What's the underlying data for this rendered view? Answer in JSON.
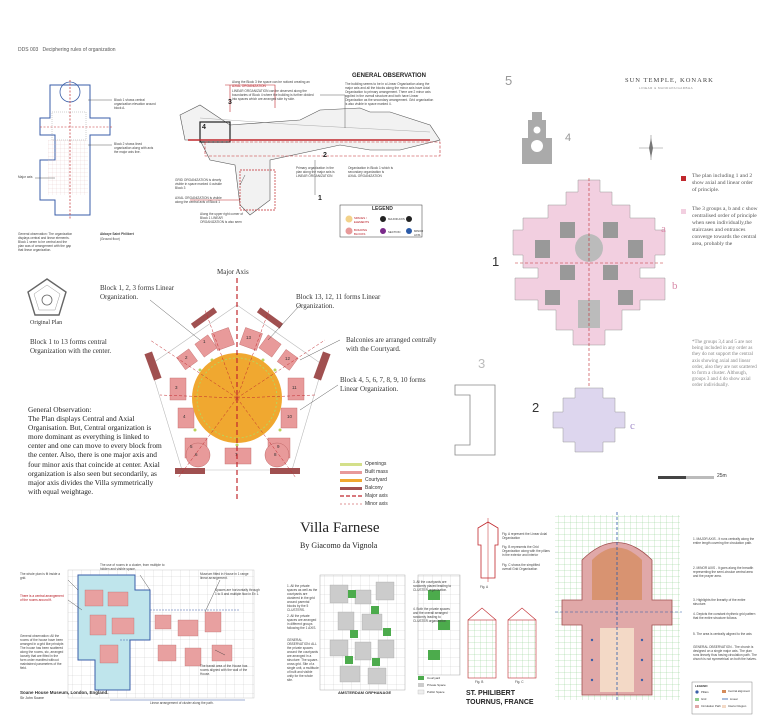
{
  "header": {
    "code": "DDS 003",
    "title": "Deciphering rules of organization"
  },
  "panel1": {
    "caption": "Abbaye Saint Philibert",
    "caption_sub": "(Ground floor)",
    "notes": [
      "Block 1 shows central organization elevation around block A.",
      "Block 2 shows lined organization along with axis the major axis line.",
      "Major axis"
    ],
    "general": "General observation: The organization displays central and linear elements. Block 1 seem to be central and the plan was of arrangement with the gap that linear organization."
  },
  "panel2": {
    "title": "GENERAL OBSERVATION",
    "text": "The building seems to be in a Linear Organization along the major axis and all the blocks along the minor axis have Axial Organization to primary arrangement. There are 2 minor axis applied in the overall structure and both have Linear Organization as the secondary arrangement. Grid organization is also visible in space marked 4.",
    "note_top_a": "Along the Block 3 the space can be noticed creating an ",
    "note_top_a_hl": "AXIAL ORGANIZATION",
    "note_top_b": "LINEAR ORGANIZATION can be observed along the boundaries of Block 4 where the building is further divided into spaces which are arranged side by side.",
    "grid_note": "GRID ORGANIZATION is clearly visible in space marked 4 outside Block 3",
    "axial_note": "AXIAL ORGANIZATION is visible along the central axis of Block 1",
    "upper_note": "Along the upper right corner of Block 1 LINEAR ORGANIZATION is also seen",
    "primary_note": "Primary organization in the plan along the major axis is LINEAR ORGANIZATION",
    "block1_note": "Organization in Block 1 which is secondary organization is AXIAL ORGANIZATION",
    "numbers": [
      "1",
      "2",
      "3",
      "4"
    ],
    "legend_title": "LEGEND",
    "legend": [
      "SPACES / ELEMENTS",
      "MAJOR AXIS",
      "BUILDING BLOCKS",
      "SECTION",
      "MINOR AXIS"
    ]
  },
  "villa": {
    "major_axis": "Major Axis",
    "original_plan": "Original Plan",
    "label_123": "Block 1, 2, 3 forms Linear Organization.",
    "label_131211": "Block 13, 12, 11 forms Linear Organization.",
    "label_balconies": "Balconies are arranged centrally with the Courtyard.",
    "label_1to13": "Block 1 to 13 forms central Organization with the center.",
    "label_45": "Block 4, 5, 6, 7, 8, 9, 10 forms Linear Organization.",
    "observation_title": "General Observation:",
    "observation": "The Plan displays Central and Axial Organisation. But, Central organization is more dominant as everything is linked to center and one can move to every block from the center. Also, there is one major axis and four minor axis that coincide at center. Axial organization is also seen but secondarily, as major axis divides the Villa symmetrically with equal weightage.",
    "title": "Villa Farnese",
    "subtitle": "By Giacomo da Vignola",
    "block_numbers": [
      "1",
      "2",
      "3",
      "4",
      "5",
      "6",
      "7",
      "8",
      "9",
      "10",
      "11",
      "12",
      "13"
    ],
    "legend": [
      {
        "label": "Openings",
        "color": "#d4e08a"
      },
      {
        "label": "Built mass",
        "color": "#e89a9a"
      },
      {
        "label": "Courtyard",
        "color": "#f0a830"
      },
      {
        "label": "Balcony",
        "color": "#a05050"
      },
      {
        "label": "Major axis",
        "color": "#c0282d"
      },
      {
        "label": "Minor axis",
        "color": "#c0282d"
      }
    ]
  },
  "sun": {
    "title": "SUN TEMPLE, KONARK",
    "subtitle": "LINEAR & MANDAPA/GARBHA",
    "num_big": "5",
    "num_4": "4",
    "num_1": "1",
    "num_2": "2",
    "num_3": "3",
    "letter_a": "a",
    "letter_b": "b",
    "letter_c": "c",
    "note1": "The plan including 1 and 2 show axial and linear order of principle.",
    "note2": "The 3 groups a, b and c show centralised order of principle when seen individually,the staircases and entrances converge towards the central area, probably the",
    "note3": "*The groups 3,4 and 5 are not being included in any order as they do not support the central axis showing axial and linear order, also they are not scattered to form a cluster. Although, groups 3 and 4 do show axial order individually.",
    "scale": "25m"
  },
  "soane": {
    "caption": "Soane House Museum, London, England.",
    "caption_sub": "Sir John Soane",
    "notes": [
      "The whole plan is fit inside a grid.",
      "There is a central arrangement of the rooms around ft.",
      "General observation: All the rooms of the house have been arranged in a grid like principle. The house has been scattered along the rooms, stc, arranged loosely that are fitted in the form order manifest without maintained parameters of the field.",
      "The use of rooms in a cluster, from multiple to hidden and visible space.",
      "Museum fitted in House in 1 range linear arrangement.",
      "Spaces are horizontally through 1 to 5 and multiple fiow in Ex 1.",
      "The transit area of the House has rooms aligned with the wall of the House.",
      "Linear arrangement of cluster along the path."
    ]
  },
  "orphanage": {
    "caption": "AMSTERDAM ORPHANAGE",
    "notes": [
      "1. All the private spaces as well as the courtyards are clustered in the grid around parental blocks by the 5 CLUSTERS.",
      "2. All the private spaces are arranged in different groups following the 1 AXIS.",
      "GENERAL OBSERVATION: ALL the private spaces around the courtyards are arranged in a structure: The square-cross grid. Site of a single unit, a multitude of built and visible unity for the whole site.",
      "3. All the courtyards are randomly placed leading to CLUSTER organization.",
      "4. Both the private spaces and the overall arranged randomly leading to CLUSTER organization."
    ],
    "legend": [
      "Courtyard",
      "Private Space",
      "Public Space"
    ]
  },
  "philibert": {
    "title": "ST. PHILIBERT",
    "subtitle": "TOURNUS, FRANCE",
    "fig_notes": [
      "Fig. A represent the Linear Axial Organization",
      "Fig. B represents the Grid Organization along with the pillars in the exterior and interior",
      "Fig. C shows the simplified overall Grid Organization"
    ],
    "figs": [
      "Fig. A",
      "Fig. B",
      "Fig. C"
    ],
    "notes": [
      "1. MAJOR AXIS - It runs centrally along the entire length covering the circulation path.",
      "2. MINOR AXIS - It goes along the breadth representing the semi-circular central area and the prayer area.",
      "3. Highlights the linearity of the entire structure.",
      "4. Depicts the constant rhythmic grid pattern that the entire structure follows.",
      "5. The area is centrally aligned to the axis",
      "GENERAL OBSERVATION - The church is designed on a single major axis. The plan runs linearly thus having circulation path. The church is not symmetrical on both the halves."
    ],
    "legend_title": "LEGEND",
    "legend": [
      "Pillars",
      "Central alignment",
      "Grid",
      "Linear",
      "Circulation Path",
      "Interior Region"
    ]
  }
}
